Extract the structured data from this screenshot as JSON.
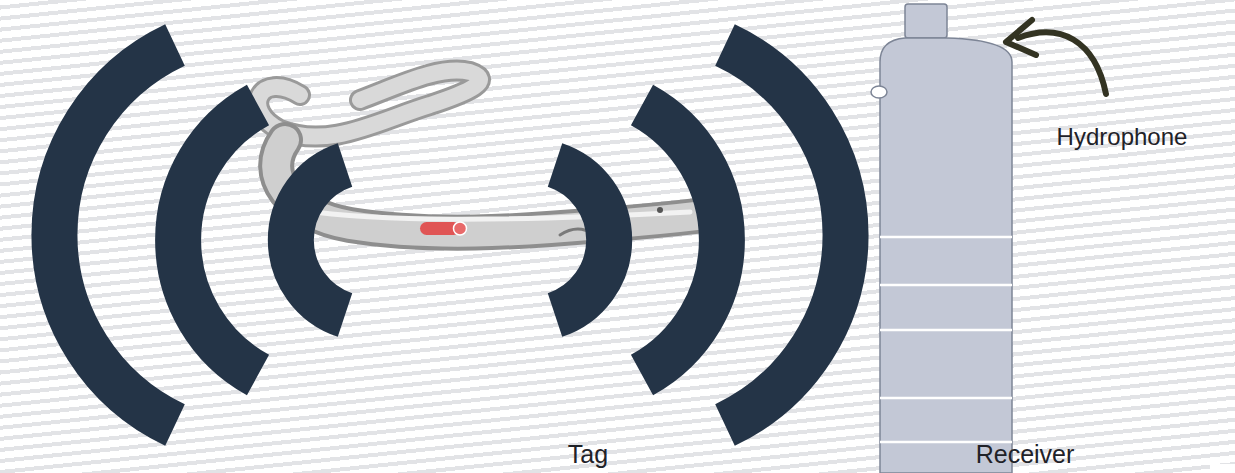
{
  "diagram": {
    "labels": [
      "Tag",
      "Receiver",
      "Hydrophone"
    ]
  }
}
